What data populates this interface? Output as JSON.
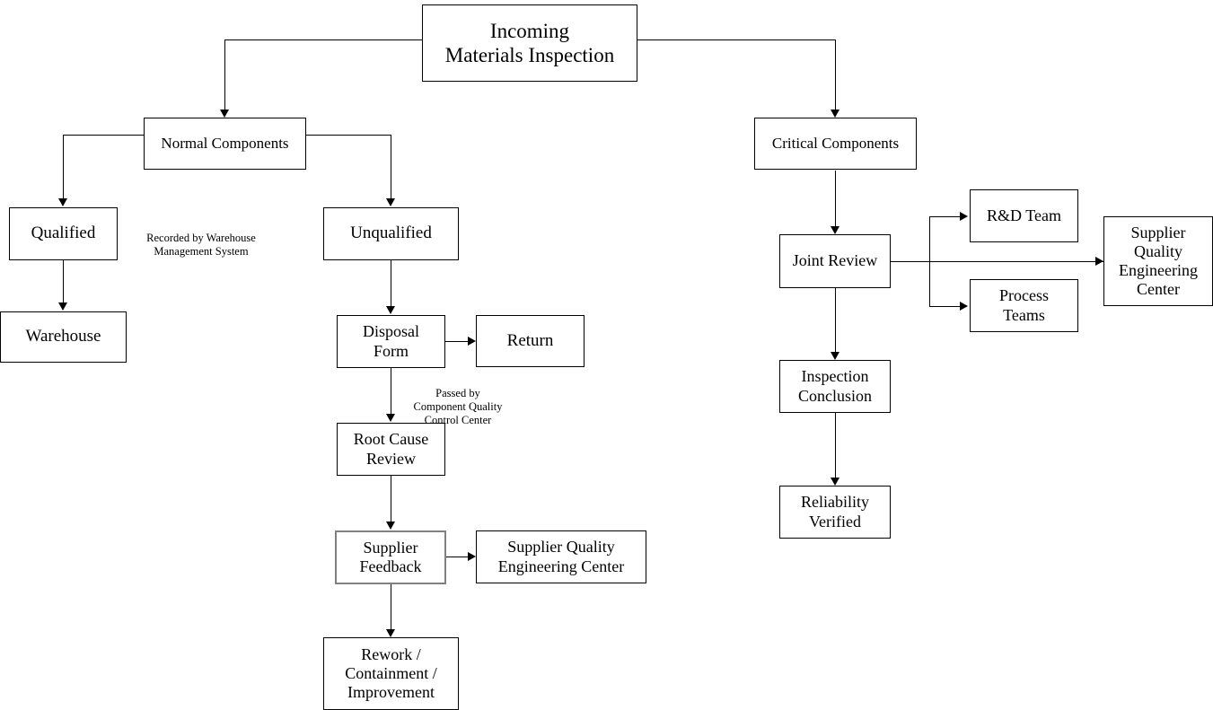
{
  "diagram": {
    "title": "Incoming Materials Inspection",
    "type": "flowchart",
    "background_color": "#ffffff",
    "line_color": "#000000",
    "emphasis_border_color": "#808080"
  },
  "nodes": {
    "incoming_materials_inspection": {
      "label": "Incoming\nMaterials Inspection"
    },
    "normal_components": {
      "label": "Normal Components"
    },
    "critical_components": {
      "label": "Critical Components"
    },
    "qualified": {
      "label": "Qualified"
    },
    "warehouse": {
      "label": "Warehouse"
    },
    "unqualified": {
      "label": "Unqualified"
    },
    "disposal_form": {
      "label": "Disposal\nForm"
    },
    "return": {
      "label": "Return"
    },
    "root_cause_review": {
      "label": "Root Cause\nReview"
    },
    "supplier_feedback": {
      "label": "Supplier\nFeedback"
    },
    "sqec_mid": {
      "label": "Supplier Quality\nEngineering Center"
    },
    "rework": {
      "label": "Rework /\nContainment /\nImprovement"
    },
    "joint_review": {
      "label": "Joint Review"
    },
    "rnd_team": {
      "label": "R&D Team"
    },
    "process_teams": {
      "label": "Process\nTeams"
    },
    "sqec_right": {
      "label": "Supplier\nQuality\nEngineering\nCenter"
    },
    "inspection_conclusion": {
      "label": "Inspection\nConclusion"
    },
    "reliability_verified": {
      "label": "Reliability\nVerified"
    }
  },
  "annotations": {
    "warehouse_note": {
      "label": "Recorded by Warehouse\nManagement System"
    },
    "disposal_note": {
      "label": "Passed by\nComponent Quality\nControl Center"
    }
  }
}
